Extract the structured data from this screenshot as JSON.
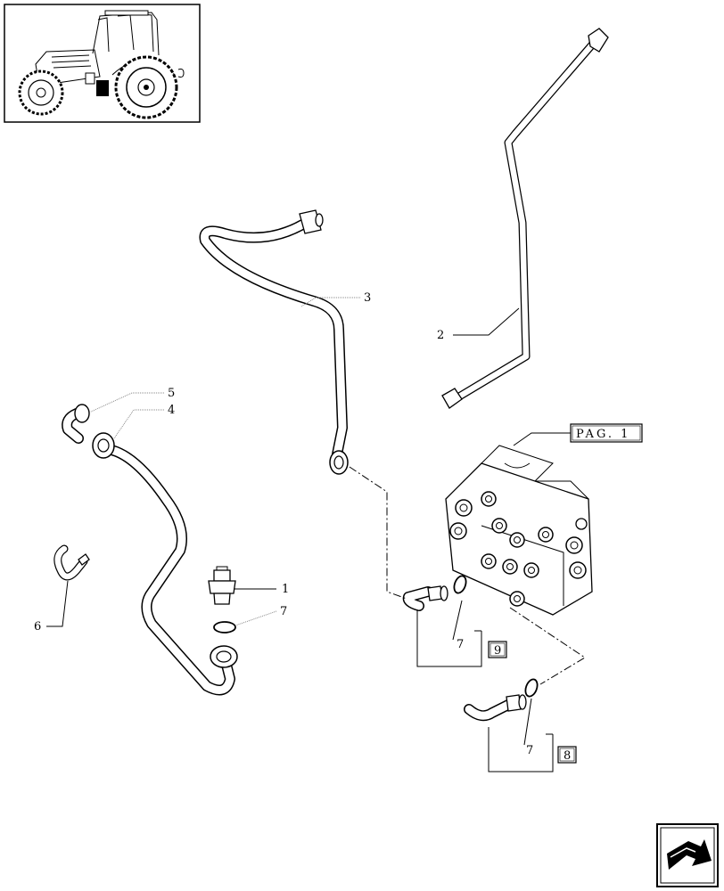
{
  "diagram": {
    "callouts": [
      {
        "id": "c1",
        "number": "1"
      },
      {
        "id": "c2",
        "number": "2"
      },
      {
        "id": "c3",
        "number": "3"
      },
      {
        "id": "c4",
        "number": "4"
      },
      {
        "id": "c5",
        "number": "5"
      },
      {
        "id": "c6",
        "number": "6"
      },
      {
        "id": "c7a",
        "number": "7"
      },
      {
        "id": "c7b",
        "number": "7"
      },
      {
        "id": "c7c",
        "number": "7"
      }
    ],
    "ref_boxes": [
      {
        "id": "r9",
        "number": "9"
      },
      {
        "id": "r8",
        "number": "8"
      }
    ],
    "page_ref": "PAG. 1"
  },
  "nav": {
    "icon": "next-page-arrow-icon"
  }
}
